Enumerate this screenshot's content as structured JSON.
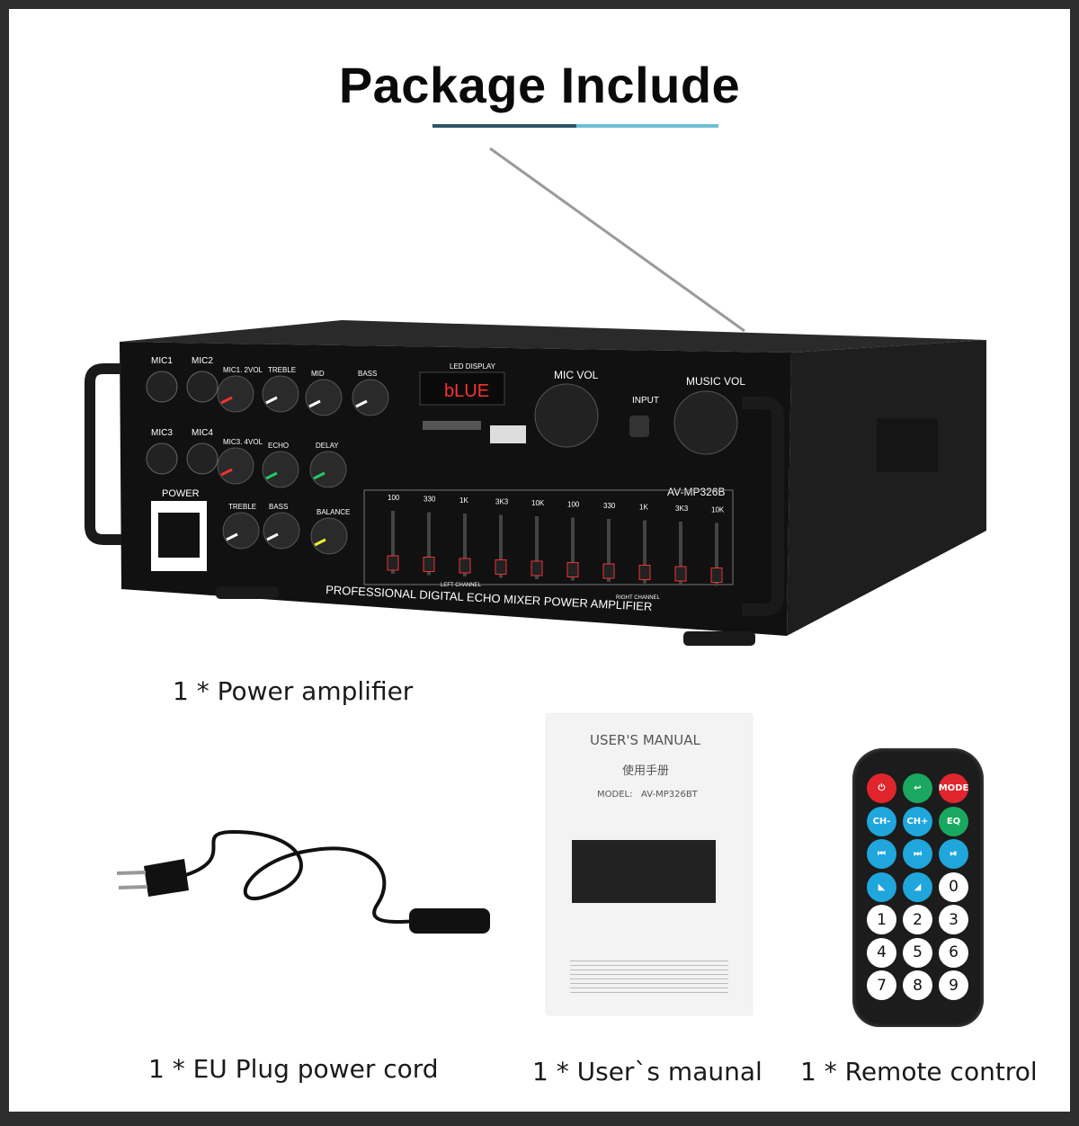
{
  "title": "Package Include",
  "colors": {
    "underline_dark": "#2a5566",
    "underline_light": "#6cc0d4",
    "frame": "#2e2e2e"
  },
  "amplifier": {
    "caption": "1 * Power amplifier",
    "model": "AV-MP326B",
    "front_label": "PROFESSIONAL DIGITAL ECHO MIXER POWER AMPLIFIER",
    "display_label": "LED DISPLAY",
    "display_text": "bLUE",
    "mic_vol": "MIC VOL",
    "music_vol": "MUSIC VOL",
    "input": "INPUT",
    "power": "POWER",
    "mic_labels": [
      "MIC1",
      "MIC2",
      "MIC3",
      "MIC4"
    ],
    "knob_labels": [
      "MIC1. 2VOL",
      "TREBLE",
      "MID",
      "BASS",
      "MIC3. 4VOL",
      "ECHO",
      "DELAY",
      "TREBLE",
      "BASS",
      "BALANCE"
    ],
    "eq_freqs": [
      "100",
      "330",
      "1K",
      "3K3",
      "10K",
      "100",
      "330",
      "1K",
      "3K3",
      "10K"
    ],
    "channels": [
      "LEFT CHANNEL",
      "RIGHT CHANNEL"
    ]
  },
  "power_cord": {
    "caption": "1 * EU Plug power cord"
  },
  "manual": {
    "caption": "1 * User`s maunal",
    "heading": "USER'S MANUAL",
    "heading_cn": "使用手册",
    "model_label": "MODEL:",
    "model": "AV-MP326BT"
  },
  "remote": {
    "caption": "1 * Remote control",
    "buttons": [
      {
        "label": "⏻",
        "color": "#e0262c"
      },
      {
        "label": "↩",
        "color": "#1aa860"
      },
      {
        "label": "MODE",
        "color": "#e0262c"
      },
      {
        "label": "CH-",
        "color": "#1fa6dc"
      },
      {
        "label": "CH+",
        "color": "#1fa6dc"
      },
      {
        "label": "EQ",
        "color": "#1aa860"
      },
      {
        "label": "⏮",
        "color": "#1fa6dc"
      },
      {
        "label": "⏭",
        "color": "#1fa6dc"
      },
      {
        "label": "⏯",
        "color": "#1fa6dc"
      },
      {
        "label": "◣",
        "color": "#1fa6dc"
      },
      {
        "label": "◢",
        "color": "#1fa6dc"
      },
      {
        "label": "0",
        "color": "#ffffff"
      },
      {
        "label": "1",
        "color": "#ffffff"
      },
      {
        "label": "2",
        "color": "#ffffff"
      },
      {
        "label": "3",
        "color": "#ffffff"
      },
      {
        "label": "4",
        "color": "#ffffff"
      },
      {
        "label": "5",
        "color": "#ffffff"
      },
      {
        "label": "6",
        "color": "#ffffff"
      },
      {
        "label": "7",
        "color": "#ffffff"
      },
      {
        "label": "8",
        "color": "#ffffff"
      },
      {
        "label": "9",
        "color": "#ffffff"
      }
    ]
  }
}
